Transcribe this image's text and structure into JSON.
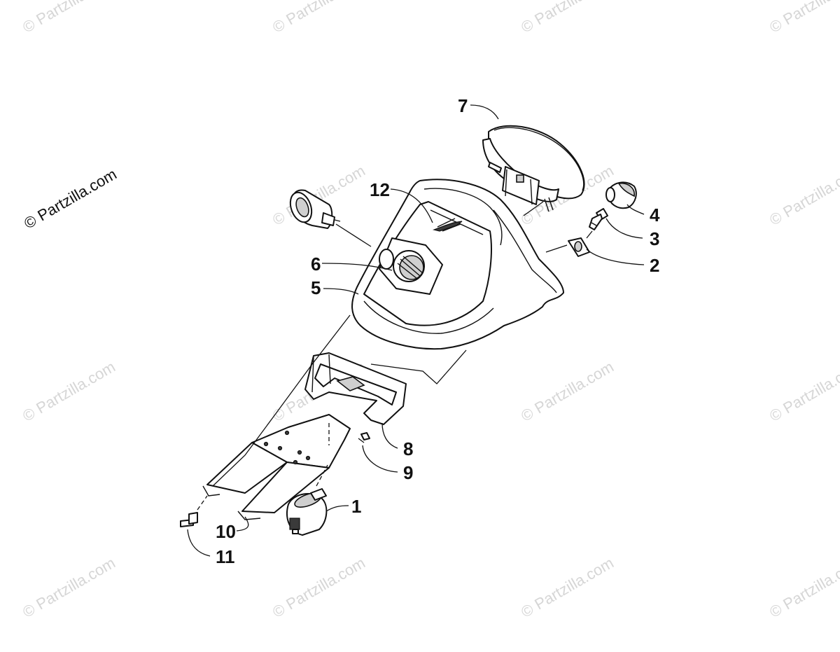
{
  "watermark": {
    "main_text": "© Partzilla.com",
    "tile_text": "© Partzilla.com"
  },
  "callouts": {
    "c1": "1",
    "c2": "2",
    "c3": "3",
    "c4": "4",
    "c5": "5",
    "c6": "6",
    "c7": "7",
    "c8": "8",
    "c9": "9",
    "c10": "10",
    "c11": "11",
    "c12": "12"
  },
  "colors": {
    "line": "#111111",
    "watermark": "#d6d6d6",
    "background": "#ffffff"
  }
}
